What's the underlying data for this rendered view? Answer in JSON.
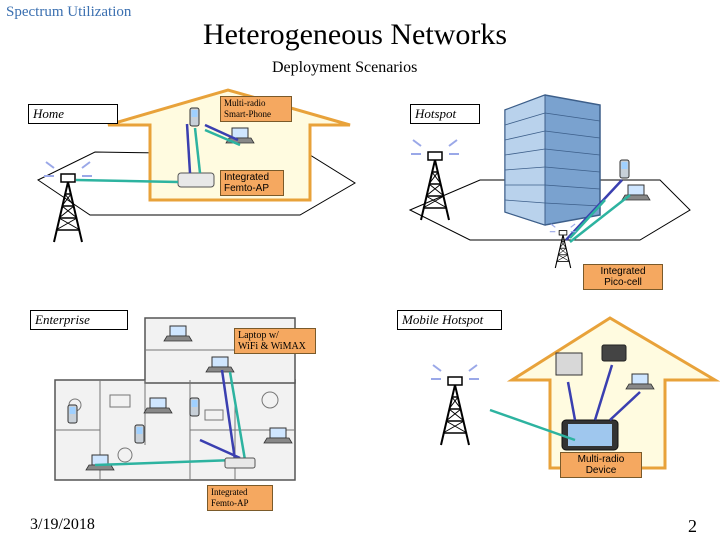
{
  "header": {
    "section": "Spectrum Utilization"
  },
  "slide": {
    "title": "Heterogeneous Networks",
    "subtitle": "Deployment Scenarios"
  },
  "scenarios": {
    "home": "Home",
    "hotspot": "Hotspot",
    "enterprise": "Enterprise",
    "mobile_hotspot": "Mobile Hotspot"
  },
  "callouts": {
    "multi_radio_phone": [
      "Multi-radio",
      "Smart-Phone"
    ],
    "femto_ap": [
      "Integrated",
      "Femto-AP"
    ],
    "pico_cell": [
      "Integrated",
      "Pico-cell"
    ],
    "laptop": [
      "Laptop w/",
      "WiFi & WiMAX"
    ],
    "multi_radio_device": [
      "Multi-radio",
      "Device"
    ],
    "enterprise_femto": [
      "Integrated",
      "Femto-AP"
    ]
  },
  "footer": {
    "date": "3/19/2018",
    "page": "2"
  },
  "colors": {
    "house_fill": "#fffbe0",
    "house_stroke": "#e8a23a",
    "callout": "#f5a860",
    "link_teal": "#2db3a0",
    "link_blue": "#3a3fb0"
  }
}
